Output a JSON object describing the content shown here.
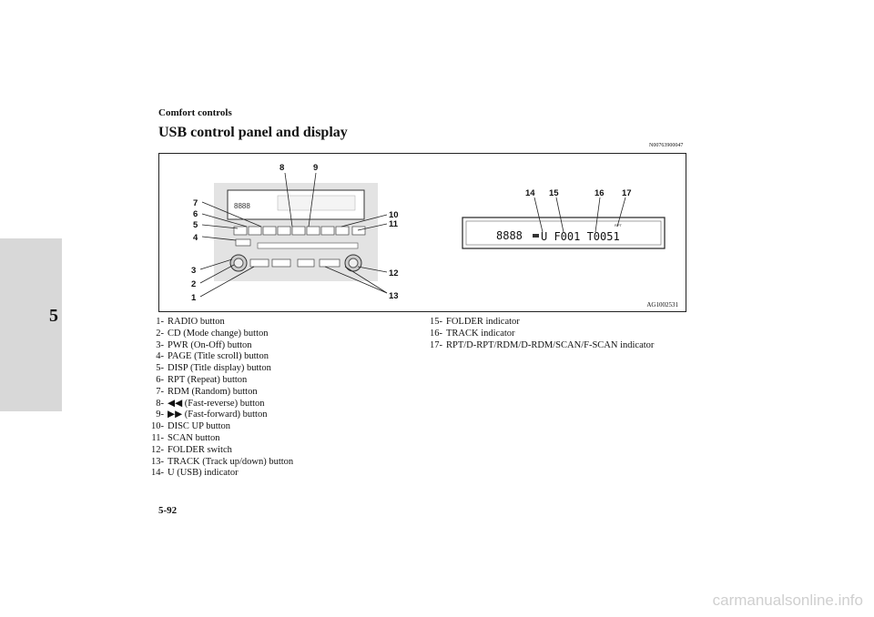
{
  "header": "Comfort controls",
  "title": "USB control panel and display",
  "ref_code": "N00763900047",
  "section_tab": "5",
  "figure": {
    "code": "AG1002531",
    "callout_labels": [
      "1",
      "2",
      "3",
      "4",
      "5",
      "6",
      "7",
      "8",
      "9",
      "10",
      "11",
      "12",
      "13",
      "14",
      "15",
      "16",
      "17"
    ],
    "display_digits": "8888",
    "display_text": "U F001 T0051"
  },
  "list_left": [
    {
      "num": "1-",
      "text": "RADIO button"
    },
    {
      "num": "2-",
      "text": "CD (Mode change) button"
    },
    {
      "num": "3-",
      "text": "PWR (On-Off) button"
    },
    {
      "num": "4-",
      "text": "PAGE (Title scroll) button"
    },
    {
      "num": "5-",
      "text": "DISP (Title display) button"
    },
    {
      "num": "6-",
      "text": "RPT (Repeat) button"
    },
    {
      "num": "7-",
      "text": "RDM (Random) button"
    },
    {
      "num": "8-",
      "text": "◀◀ (Fast-reverse) button"
    },
    {
      "num": "9-",
      "text": "▶▶ (Fast-forward) button"
    },
    {
      "num": "10-",
      "text": "DISC UP button"
    },
    {
      "num": "11-",
      "text": "SCAN button"
    },
    {
      "num": "12-",
      "text": "FOLDER switch"
    },
    {
      "num": "13-",
      "text": "TRACK (Track up/down) button"
    },
    {
      "num": "14-",
      "text": "U (USB) indicator"
    }
  ],
  "list_right": [
    {
      "num": "15-",
      "text": "FOLDER indicator"
    },
    {
      "num": "16-",
      "text": "TRACK indicator"
    },
    {
      "num": "17-",
      "text": "RPT/D-RPT/RDM/D-RDM/SCAN/F-SCAN indicator"
    }
  ],
  "page_number": "5-92",
  "watermark": "carmanualsonline.info"
}
